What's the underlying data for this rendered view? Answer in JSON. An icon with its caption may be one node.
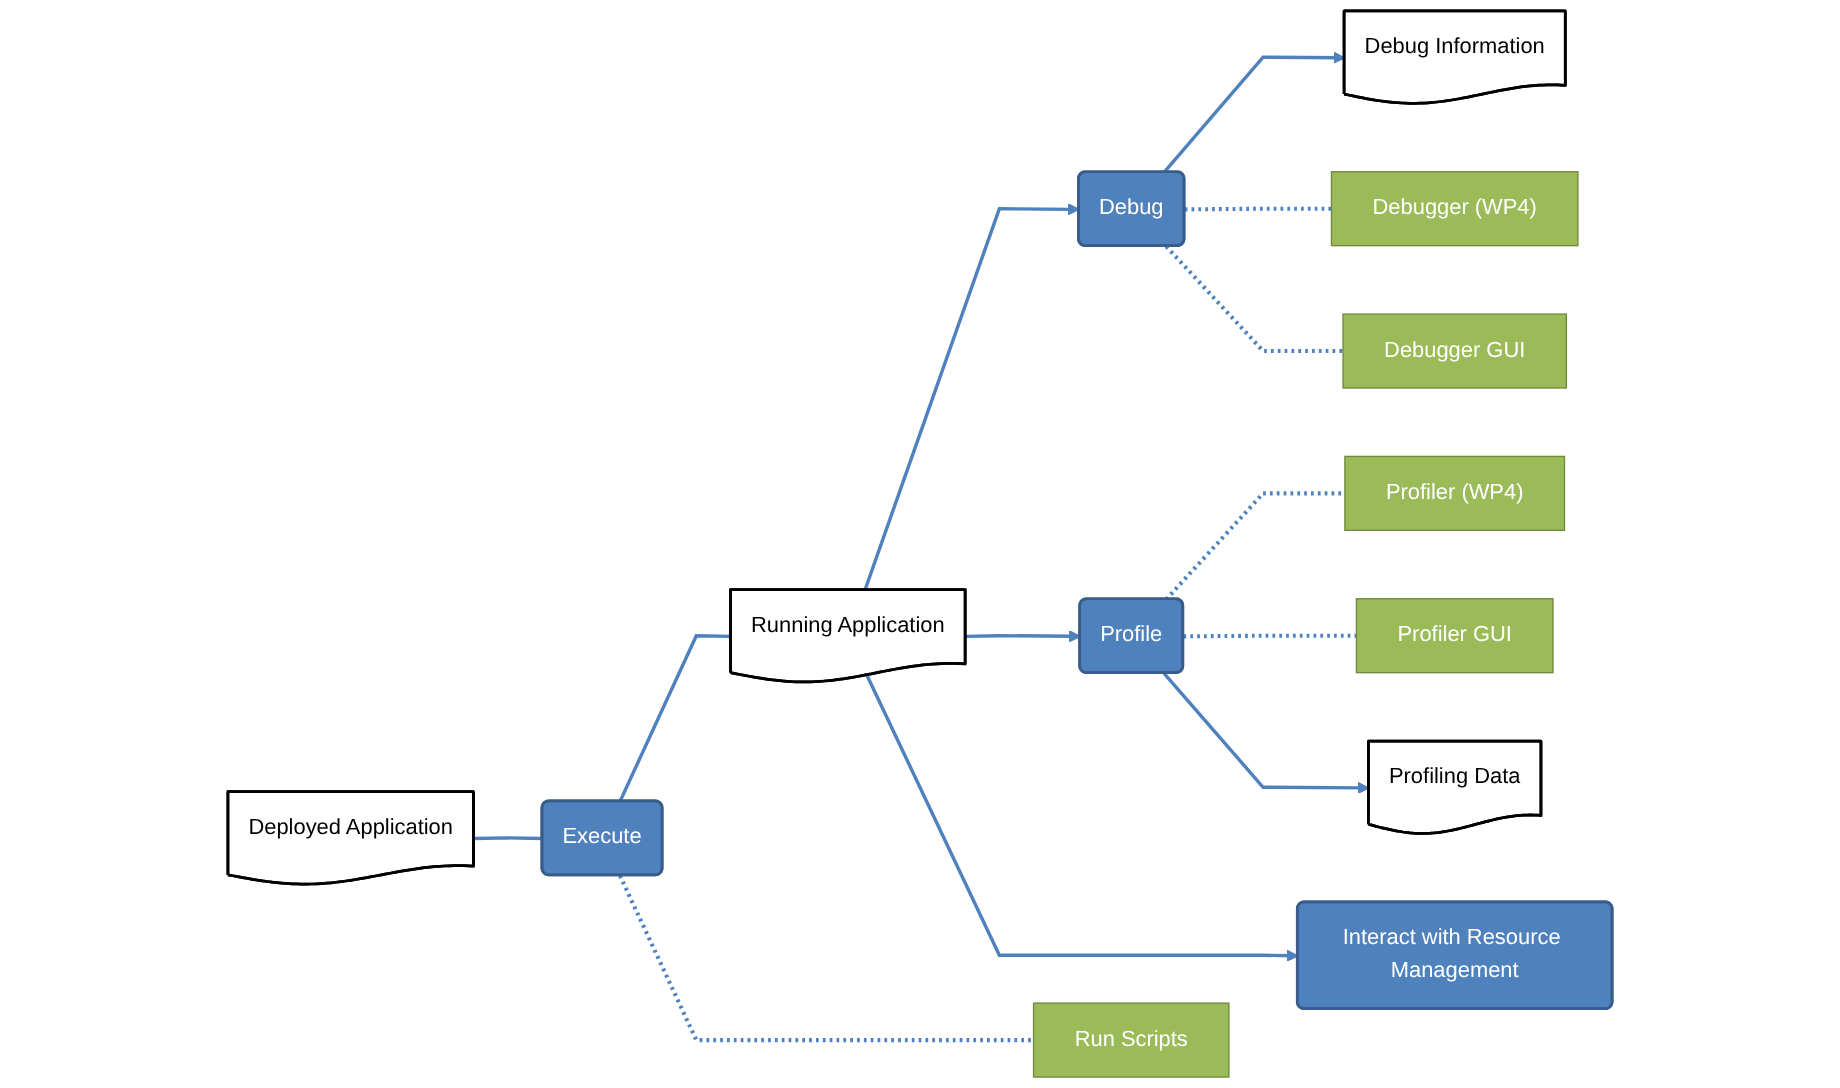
{
  "diagram": {
    "nodes": [
      {
        "text": [
          "Deployed Application"
        ]
      },
      {
        "text": [
          "Execute"
        ]
      },
      {
        "text": [
          "Running Application"
        ]
      },
      {
        "text": [
          "Debug"
        ]
      },
      {
        "text": [
          "Debug Information"
        ]
      },
      {
        "text": [
          "Debugger (WP4)"
        ]
      },
      {
        "text": [
          "Debugger GUI"
        ]
      },
      {
        "text": [
          "Profiler (WP4)"
        ]
      },
      {
        "text": [
          "Profiler GUI"
        ]
      },
      {
        "text": [
          "Profile"
        ]
      },
      {
        "text": [
          "Profiling Data"
        ]
      },
      {
        "text": [
          "Interact with Resource Management"
        ]
      },
      {
        "text": [
          "Run Scripts"
        ]
      }
    ],
    "edges": [
      {
        "from": 0,
        "to": 1,
        "arrow": "none"
      },
      {
        "from": 1,
        "to": 2,
        "arrow": "none"
      },
      {
        "from": 2,
        "to": 3,
        "arrow": "to"
      },
      {
        "from": 3,
        "to": 4,
        "arrow": "to"
      },
      {
        "from": 3,
        "to": 5,
        "arrow": "none",
        "style": "dashed"
      },
      {
        "from": 3,
        "to": 6,
        "arrow": "none",
        "style": "dashed"
      },
      {
        "from": 2,
        "to": 9,
        "arrow": "to"
      },
      {
        "from": 9,
        "to": 7,
        "arrow": "none",
        "style": "dashed"
      },
      {
        "from": 9,
        "to": 8,
        "arrow": "none",
        "style": "dashed"
      },
      {
        "from": 9,
        "to": 10,
        "arrow": "to"
      },
      {
        "from": 2,
        "to": 11,
        "arrow": "to"
      },
      {
        "from": 1,
        "to": 12,
        "arrow": "none",
        "style": "dashed"
      }
    ]
  }
}
